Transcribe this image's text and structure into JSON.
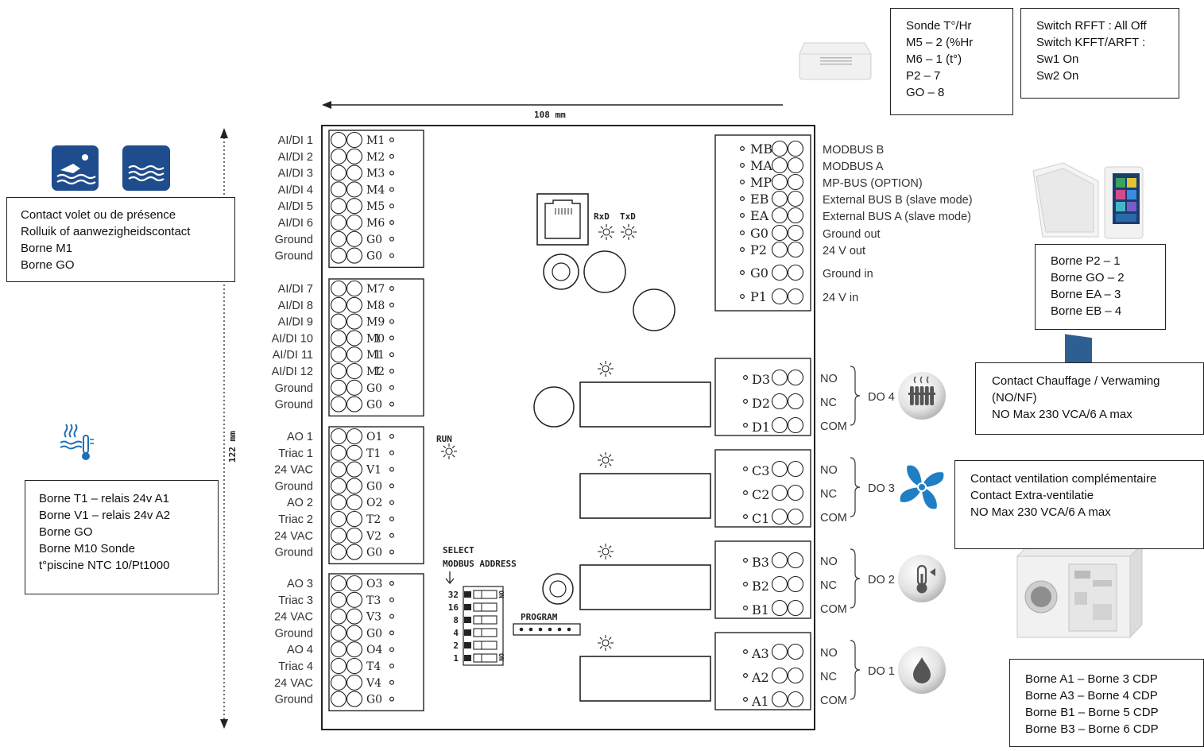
{
  "dimensions": {
    "width_label": "108 mm",
    "height_label": "122 mm"
  },
  "left_io": {
    "groups": [
      {
        "rows": [
          {
            "label": "AI/DI 1",
            "term": "M1"
          },
          {
            "label": "AI/DI 2",
            "term": "M2"
          },
          {
            "label": "AI/DI 3",
            "term": "M3"
          },
          {
            "label": "AI/DI 4",
            "term": "M4"
          },
          {
            "label": "AI/DI 5",
            "term": "M5"
          },
          {
            "label": "AI/DI 6",
            "term": "M6"
          },
          {
            "label": "Ground",
            "term": "G0"
          },
          {
            "label": "Ground",
            "term": "G0"
          }
        ]
      },
      {
        "rows": [
          {
            "label": "AI/DI 7",
            "term": "M7"
          },
          {
            "label": "AI/DI 8",
            "term": "M8"
          },
          {
            "label": "AI/DI 9",
            "term": "M9"
          },
          {
            "label": "AI/DI 10",
            "term": "M10"
          },
          {
            "label": "AI/DI 11",
            "term": "M11"
          },
          {
            "label": "AI/DI 12",
            "term": "M12"
          },
          {
            "label": "Ground",
            "term": "G0"
          },
          {
            "label": "Ground",
            "term": "G0"
          }
        ]
      },
      {
        "rows": [
          {
            "label": "AO 1",
            "term": "O1"
          },
          {
            "label": "Triac 1",
            "term": "T1"
          },
          {
            "label": "24 VAC",
            "term": "V1"
          },
          {
            "label": "Ground",
            "term": "G0"
          },
          {
            "label": "AO 2",
            "term": "O2"
          },
          {
            "label": "Triac 2",
            "term": "T2"
          },
          {
            "label": "24 VAC",
            "term": "V2"
          },
          {
            "label": "Ground",
            "term": "G0"
          }
        ]
      },
      {
        "rows": [
          {
            "label": "AO 3",
            "term": "O3"
          },
          {
            "label": "Triac 3",
            "term": "T3"
          },
          {
            "label": "24 VAC",
            "term": "V3"
          },
          {
            "label": "Ground",
            "term": "G0"
          },
          {
            "label": "AO 4",
            "term": "O4"
          },
          {
            "label": "Triac 4",
            "term": "T4"
          },
          {
            "label": "24 VAC",
            "term": "V4"
          },
          {
            "label": "Ground",
            "term": "G0"
          }
        ]
      }
    ]
  },
  "bus_terminals": [
    {
      "term": "MB",
      "label": "MODBUS B"
    },
    {
      "term": "MA",
      "label": "MODBUS A"
    },
    {
      "term": "MP",
      "label": "MP-BUS (OPTION)"
    },
    {
      "term": "EB",
      "label": "External BUS B (slave mode)"
    },
    {
      "term": "EA",
      "label": "External BUS A (slave mode)"
    },
    {
      "term": "G0",
      "label": "Ground out"
    },
    {
      "term": "P2",
      "label": "24 V out"
    },
    {
      "term": "G0",
      "label": "Ground in"
    },
    {
      "term": "P1",
      "label": "24 V in"
    }
  ],
  "relays": [
    {
      "name": "DO 4",
      "icon": "radiator-icon",
      "terms": [
        "D3",
        "D2",
        "D1"
      ],
      "contacts": [
        "NO",
        "NC",
        "COM"
      ]
    },
    {
      "name": "DO 3",
      "icon": "fan-icon",
      "terms": [
        "C3",
        "C2",
        "C1"
      ],
      "contacts": [
        "NO",
        "NC",
        "COM"
      ]
    },
    {
      "name": "DO 2",
      "icon": "thermometer-icon",
      "terms": [
        "B3",
        "B2",
        "B1"
      ],
      "contacts": [
        "NO",
        "NC",
        "COM"
      ]
    },
    {
      "name": "DO 1",
      "icon": "water-drop-icon",
      "terms": [
        "A3",
        "A2",
        "A1"
      ],
      "contacts": [
        "NO",
        "NC",
        "COM"
      ]
    }
  ],
  "board_labels": {
    "rxd": "RxD",
    "txd": "TxD",
    "run": "RUN",
    "select": "SELECT",
    "modbus_address": "MODBUS ADDRESS",
    "program": "PROGRAM",
    "dip_values": [
      "32",
      "16",
      "8",
      "4",
      "2",
      "1"
    ],
    "dip_on": "ON"
  },
  "notes": {
    "sonde": [
      "Sonde T°/Hr",
      "M5 – 2 (%Hr",
      "M6 – 1 (t°)",
      "P2 – 7",
      "GO – 8"
    ],
    "switch": [
      "Switch RFFT : All Off",
      "Switch KFFT/ARFT :",
      "Sw1 On",
      "Sw2 On"
    ],
    "contact": [
      "Contact volet ou de présence",
      "Rolluik of aanwezigheidscontact",
      "Borne M1",
      "Borne GO"
    ],
    "borne_p2": [
      "Borne P2 – 1",
      "Borne GO – 2",
      "Borne EA – 3",
      "Borne EB – 4"
    ],
    "chauffage": [
      "Contact Chauffage / Verwaming",
      "(NO/NF)",
      "NO Max 230 VCA/6 A max"
    ],
    "ventilation": [
      "Contact ventilation complémentaire",
      "Contact Extra-ventilatie",
      "NO Max 230 VCA/6 A max"
    ],
    "borne_t1": [
      "Borne T1 – relais 24v A1",
      "Borne V1 – relais 24v A2",
      "Borne GO",
      "Borne M10  Sonde",
      "t°piscine NTC 10/Pt1000"
    ],
    "borne_a1": [
      "Borne A1 – Borne 3 CDP",
      "Borne A3 – Borne 4 CDP",
      "Borne B1 – Borne 5 CDP",
      "Borne B3 – Borne 6 CDP"
    ]
  },
  "icons": [
    "swimmer-icon",
    "pool-water-icon",
    "pool-thermometer-icon",
    "sensor-device-icon",
    "wall-panel-icon",
    "ventilation-unit-icon"
  ],
  "colors": {
    "icon_blue": "#1e4c8c",
    "fan_blue": "#1f7fc4"
  }
}
